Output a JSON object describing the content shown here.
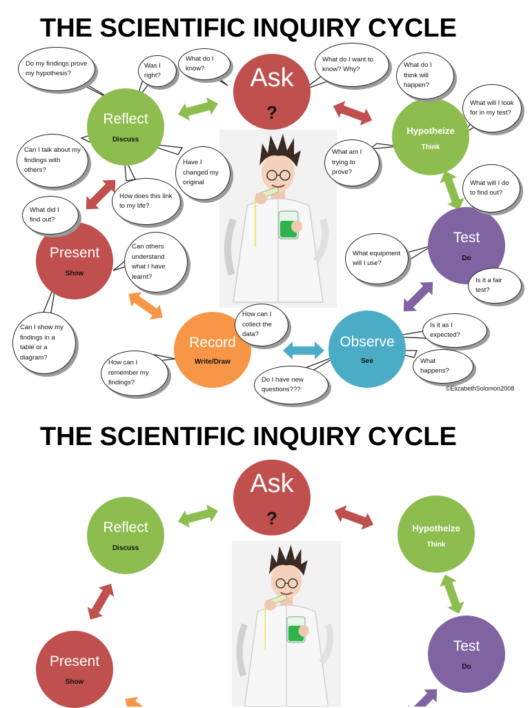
{
  "title_top": "THE SCIENTIFIC INQUIRY CYCLE",
  "title_bottom": "THE SCIENTIFIC INQUIRY CYCLE",
  "nodes": {
    "ask": {
      "name": "Ask",
      "sub": "?",
      "color": "#c0504d"
    },
    "reflect": {
      "name": "Reflect",
      "sub": "Discuss",
      "color": "#8ebd4f"
    },
    "hypothesize": {
      "name": "Hypotheize",
      "sub": "Think",
      "color": "#8ebd4f"
    },
    "present": {
      "name": "Present",
      "sub": "Show",
      "color": "#c0504d"
    },
    "test": {
      "name": "Test",
      "sub": "Do",
      "color": "#8064a2"
    },
    "record": {
      "name": "Record",
      "sub": "Write/Draw",
      "color": "#f79646"
    },
    "observe": {
      "name": "Observe",
      "sub": "See",
      "color": "#4bacc6"
    }
  },
  "bubbles": {
    "do_my_findings": "Do my findings prove my hypothesis?",
    "was_i_right": "Was I right?",
    "what_do_i_know": "What do I know?",
    "what_do_i_want": "What do I want to know? Why?",
    "what_do_i_think": "What do I think will happen?",
    "what_will_i_look_for": "What will I look for in my test?",
    "can_i_talk": "Can I talk about my findings with others?",
    "have_i_changed": "Have I changed my original",
    "what_am_i_trying": "What am I trying to prove?",
    "how_does_this_link": "How does this link to my life?",
    "what_did_i_find": "What did I find out?",
    "what_will_i_do": "What will I do to find out?",
    "can_others_understand": "Can others understand what I have learnt?",
    "what_equipment": "What equipment will I use?",
    "is_it_fair": "Is it a fair test?",
    "can_i_show": "Can I show my findings in a table or a diagram?",
    "how_can_i_collect": "How can I collect the data?",
    "is_it_as_expected": "Is it as I expected?",
    "how_can_i_remember": "How can I remember my findings?",
    "what_happens": "What happens?",
    "do_i_have_new": "Do I have new questions???"
  },
  "copyright": "©ElizabethSolomon2008",
  "colors": {
    "red": "#c0504d",
    "green": "#8ebd4f",
    "purple": "#8064a2",
    "orange": "#f79646",
    "blue": "#4bacc6"
  }
}
